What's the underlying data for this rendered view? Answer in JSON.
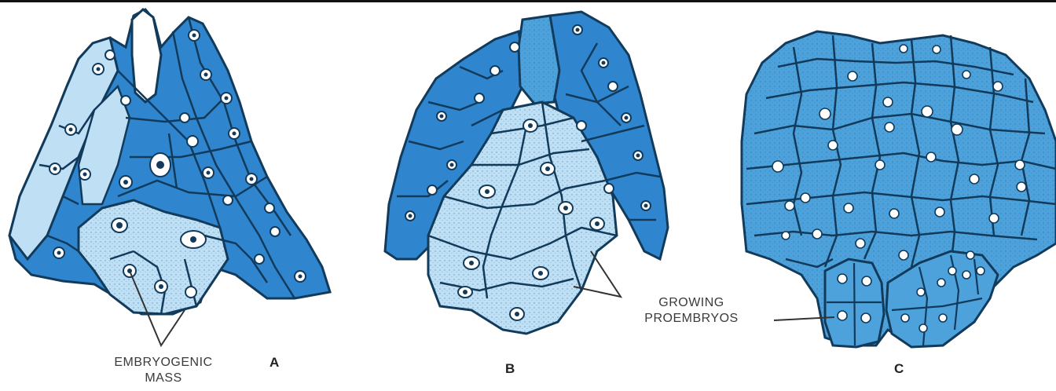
{
  "colors": {
    "cell_dark": "#2f86cf",
    "cell_mid": "#4ea2dc",
    "cell_light": "#bfe0f4",
    "wall": "#123a5a",
    "nucleus_fill": "#ffffff",
    "label": "#3a3a3a"
  },
  "panels": [
    {
      "letter": "A",
      "label_lines": [
        "EMBRYOGENIC",
        "MASS"
      ]
    },
    {
      "letter": "B",
      "label_lines": [
        "GROWING",
        "PROEMBRYOS"
      ]
    },
    {
      "letter": "C",
      "label_lines": []
    }
  ]
}
